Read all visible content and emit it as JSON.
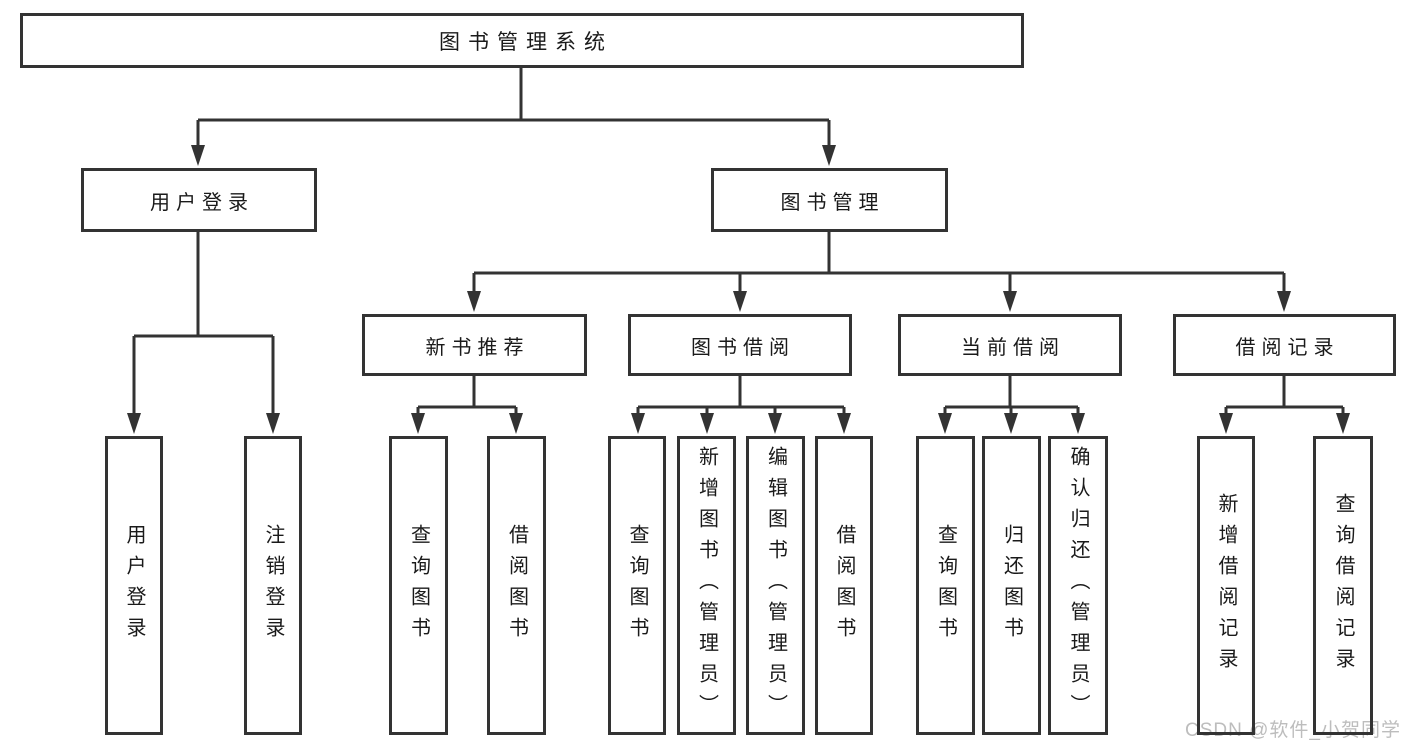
{
  "diagram_title": "图书管理系统",
  "watermark": "CSDN @软件_小贺同学",
  "colors": {
    "line": "#333333",
    "text": "#1a1a1a",
    "watermark": "#bdbdbd",
    "background": "#ffffff"
  },
  "nodes": {
    "root": "图书管理系统",
    "user_login": "用户登录",
    "book_mgmt": "图书管理",
    "new_book_rec": "新书推荐",
    "book_borrow": "图书借阅",
    "current_borrow": "当前借阅",
    "borrow_record": "借阅记录"
  },
  "leaves": {
    "user_login": "用户登录",
    "logout": "注销登录",
    "rec_query": "查询图书",
    "rec_borrow": "借阅图书",
    "bb_query": "查询图书",
    "bb_add": "新增图书（管理员）",
    "bb_edit": "编辑图书（管理员）",
    "bb_borrow": "借阅图书",
    "cb_query": "查询图书",
    "cb_return": "归还图书",
    "cb_confirm": "确认归还（管理员）",
    "br_add": "新增借阅记录",
    "br_query": "查询借阅记录"
  },
  "hierarchy": {
    "图书管理系统": {
      "用户登录": [
        "用户登录",
        "注销登录"
      ],
      "图书管理": {
        "新书推荐": [
          "查询图书",
          "借阅图书"
        ],
        "图书借阅": [
          "查询图书",
          "新增图书（管理员）",
          "编辑图书（管理员）",
          "借阅图书"
        ],
        "当前借阅": [
          "查询图书",
          "归还图书",
          "确认归还（管理员）"
        ],
        "借阅记录": [
          "新增借阅记录",
          "查询借阅记录"
        ]
      }
    }
  }
}
